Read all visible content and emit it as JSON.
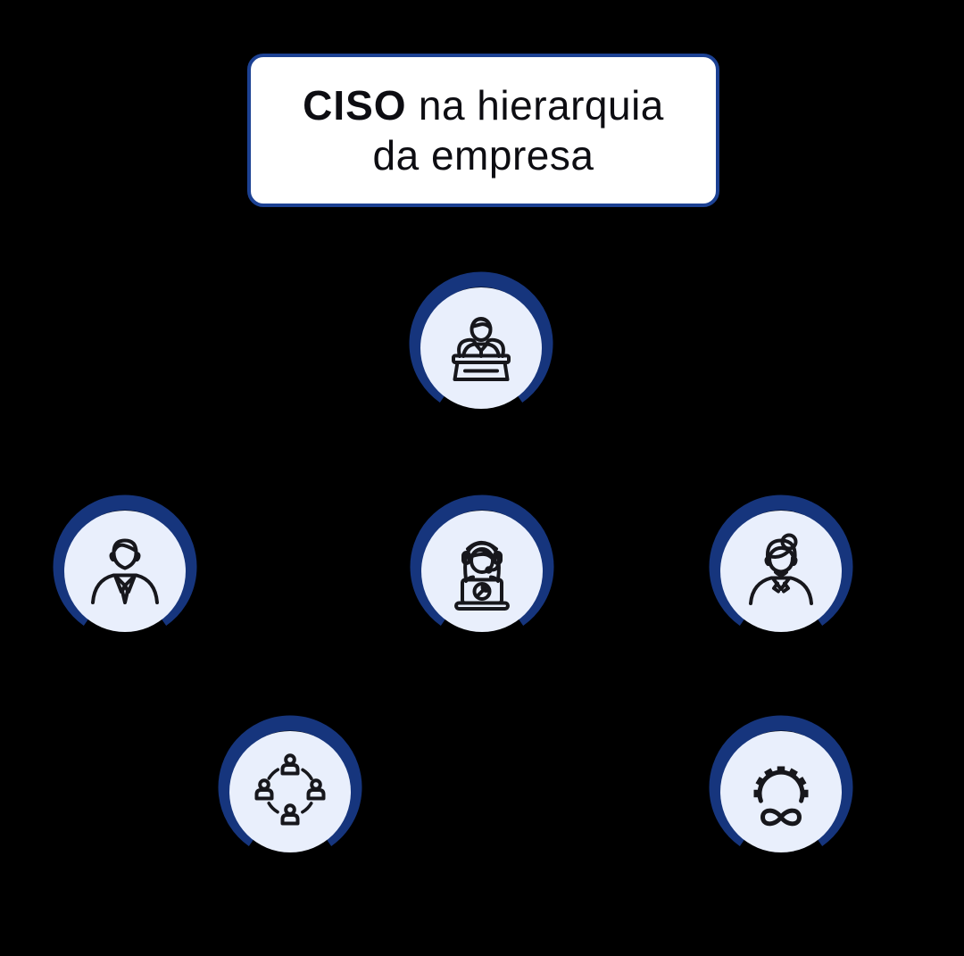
{
  "title": {
    "highlight": "CISO",
    "line1_rest": " na hierarquia",
    "line2": "da empresa"
  },
  "colors": {
    "bg": "#000000",
    "ring": "#16357D",
    "disc": "#E9EFFC",
    "stroke": "#17171C",
    "box_border": "#1C4193",
    "box_fill": "#FFFFFF",
    "text": "#0D0D12"
  },
  "nodes": [
    {
      "id": "ceo",
      "icon": "ceo-at-podium-icon"
    },
    {
      "id": "exec",
      "icon": "businessman-icon"
    },
    {
      "id": "support",
      "icon": "support-agent-laptop-icon"
    },
    {
      "id": "manager",
      "icon": "businesswoman-icon"
    },
    {
      "id": "team",
      "icon": "team-network-icon"
    },
    {
      "id": "devops",
      "icon": "devops-gear-infinity-icon"
    }
  ]
}
